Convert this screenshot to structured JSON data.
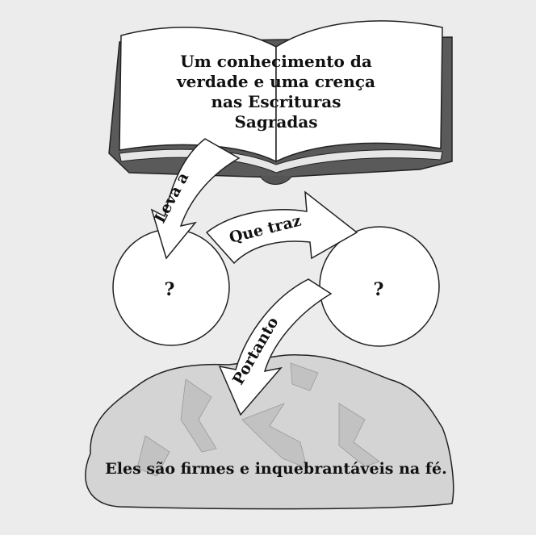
{
  "book": {
    "text_lines": [
      "Um conhecimento da",
      "verdade e uma crença",
      "nas Escrituras",
      "Sagradas"
    ]
  },
  "arrows": {
    "leads_to": "Leva a",
    "which_brings": "Que traz",
    "therefore": "Portanto"
  },
  "circles": {
    "left": "?",
    "right": "?"
  },
  "rock": {
    "text": "Eles são firmes e inquebrantáveis na fé."
  },
  "colors": {
    "background": "#ececec",
    "book_cover": "#5a5a5a",
    "rock_fill": "#d4d4d4",
    "outline": "#222222"
  }
}
